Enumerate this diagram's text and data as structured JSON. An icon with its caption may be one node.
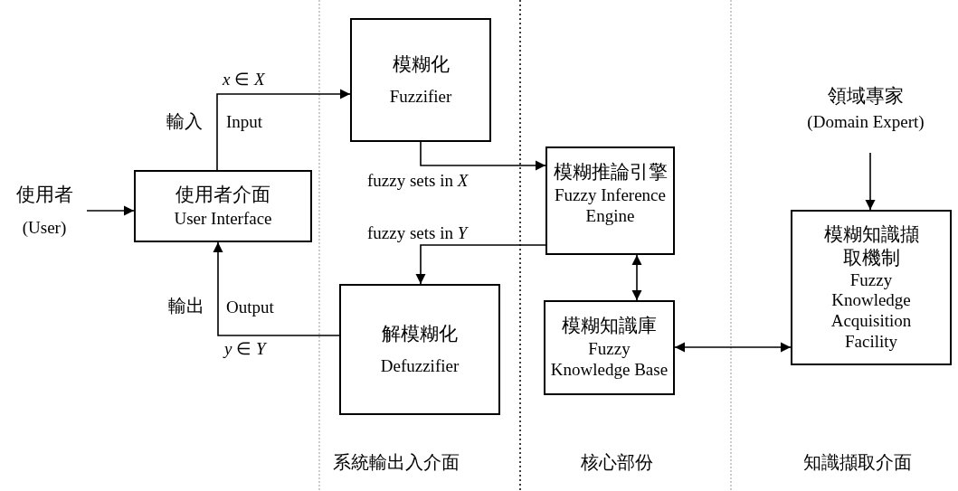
{
  "diagram": {
    "nodes": [
      {
        "text": [
          "使用者",
          "(User)"
        ]
      },
      {
        "text": [
          "使用者介面",
          "User Interface"
        ]
      },
      {
        "text": [
          "模糊化",
          "Fuzzifier"
        ]
      },
      {
        "text": [
          "模糊推論引擎",
          "Fuzzy Inference Engine"
        ]
      },
      {
        "text": [
          "解模糊化",
          "Defuzzifier"
        ]
      },
      {
        "text": [
          "模糊知識庫",
          "Fuzzy Knowledge Base"
        ]
      },
      {
        "text": [
          "領域專家",
          "(Domain Expert)"
        ]
      },
      {
        "text": [
          "模糊知識擷取機制",
          "Fuzzy Knowledge Acquisition Facility"
        ]
      }
    ],
    "edges": [
      {
        "from": 0,
        "to": 1,
        "arrow": "to"
      },
      {
        "from": 1,
        "to": 2,
        "arrow": "to"
      },
      {
        "from": 2,
        "to": 3,
        "arrow": "to"
      },
      {
        "from": 3,
        "to": 4,
        "arrow": "to"
      },
      {
        "from": 4,
        "to": 1,
        "arrow": "to"
      },
      {
        "from": 3,
        "to": 5,
        "arrow": "both"
      },
      {
        "from": 5,
        "to": 7,
        "arrow": "both"
      },
      {
        "from": 6,
        "to": 7,
        "arrow": "to"
      }
    ],
    "labels": [
      "*x* ∈ *X*",
      "輸入",
      "Input",
      "fuzzy sets in *X*",
      "fuzzy sets in *Y*",
      "輸出",
      "Output",
      "*y* ∈ *Y*",
      "系統輸出入介面",
      "核心部份",
      "知識擷取介面"
    ]
  }
}
